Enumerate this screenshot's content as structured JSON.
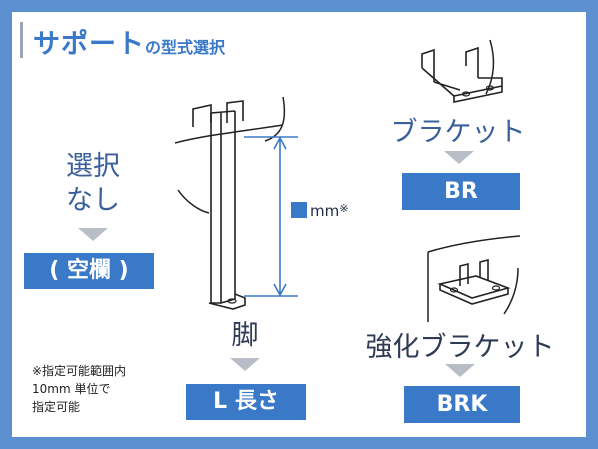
{
  "heading": {
    "main": "サポート",
    "sub": "の型式選択"
  },
  "options": {
    "none": {
      "line1": "選択",
      "line2": "なし",
      "code": "( 空欄 )"
    },
    "leg": {
      "label": "脚",
      "code": "L 長さ",
      "unit": "mm",
      "unit_note_mark": "※"
    },
    "bracket": {
      "label": "ブラケット",
      "code": "BR"
    },
    "strong_bracket": {
      "label": "強化ブラケット",
      "code": "BRK"
    }
  },
  "note": {
    "line1": "※指定可能範囲内",
    "line2": "10mm 単位で",
    "line3": "指定可能"
  },
  "colors": {
    "frame": "#5b8fd0",
    "accent": "#3a78c8",
    "arrow": "#b9bec6",
    "dimension": "#3a78c8"
  }
}
